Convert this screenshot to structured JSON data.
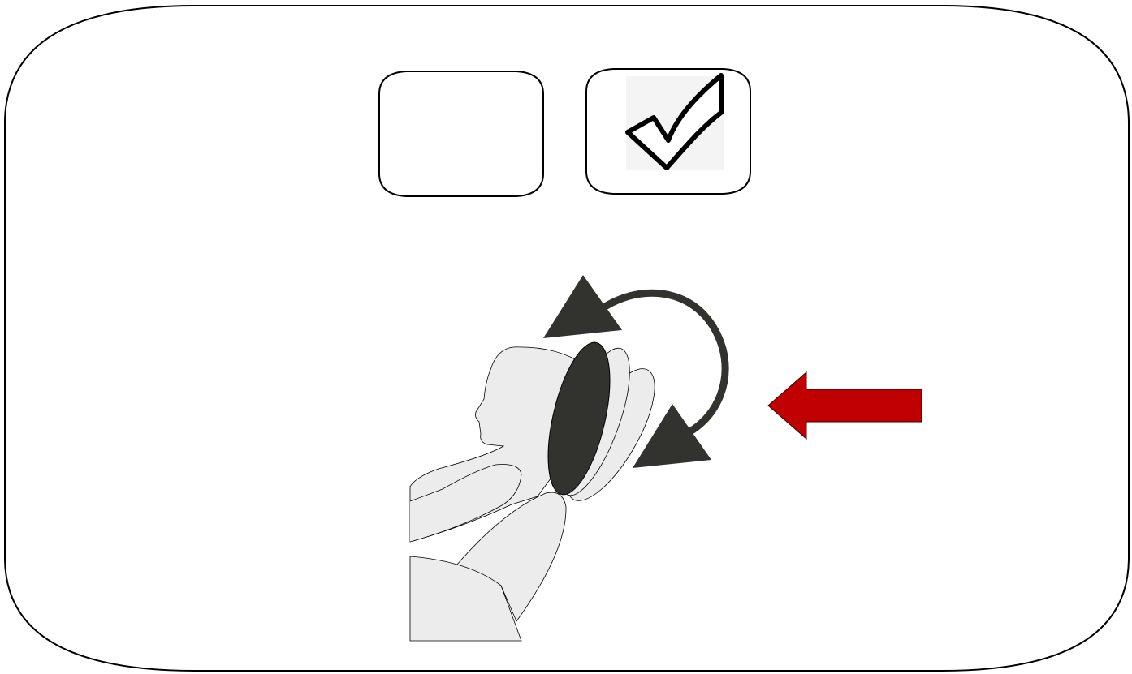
{
  "diagram": {
    "panel": {
      "shape": "rounded-display-outline"
    },
    "options": [
      {
        "id": "option-empty",
        "checked": false,
        "icon": ""
      },
      {
        "id": "option-checked",
        "checked": true,
        "icon": "checkmark-icon"
      }
    ],
    "illustration": {
      "subject": "seated-occupant-with-headrest",
      "motion_icon": "rotate-arrows-icon",
      "direction_icon": "arrow-left-icon"
    },
    "colors": {
      "outline": "#000000",
      "figure_fill": "#ebeceb",
      "headrest_dark": "#32322e",
      "arrow_red": "#c00000",
      "check_bg": "#f4f4f4"
    }
  }
}
